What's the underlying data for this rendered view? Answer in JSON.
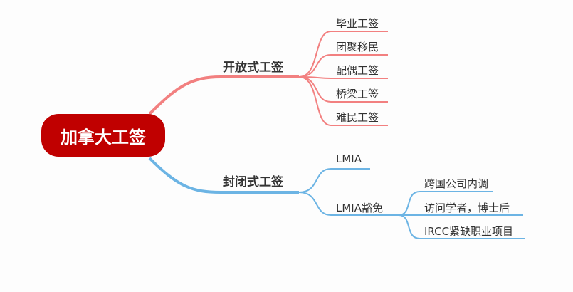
{
  "root": {
    "label": "加拿大工签"
  },
  "branches": [
    {
      "label": "开放式工签",
      "color": "#f28080",
      "children": [
        {
          "label": "毕业工签"
        },
        {
          "label": "团聚移民"
        },
        {
          "label": "配偶工签"
        },
        {
          "label": "桥梁工签"
        },
        {
          "label": "难民工签"
        }
      ]
    },
    {
      "label": "封闭式工签",
      "color": "#6cb4e4",
      "children": [
        {
          "label": "LMIA"
        },
        {
          "label": "LMIA豁免",
          "children": [
            {
              "label": "跨国公司内调"
            },
            {
              "label": "访问学者，博士后"
            },
            {
              "label": "IRCC紧缺职业项目"
            }
          ]
        }
      ]
    }
  ],
  "colors": {
    "root_fill": "#c00000",
    "open_branch": "#f28080",
    "closed_branch": "#6cb4e4"
  }
}
